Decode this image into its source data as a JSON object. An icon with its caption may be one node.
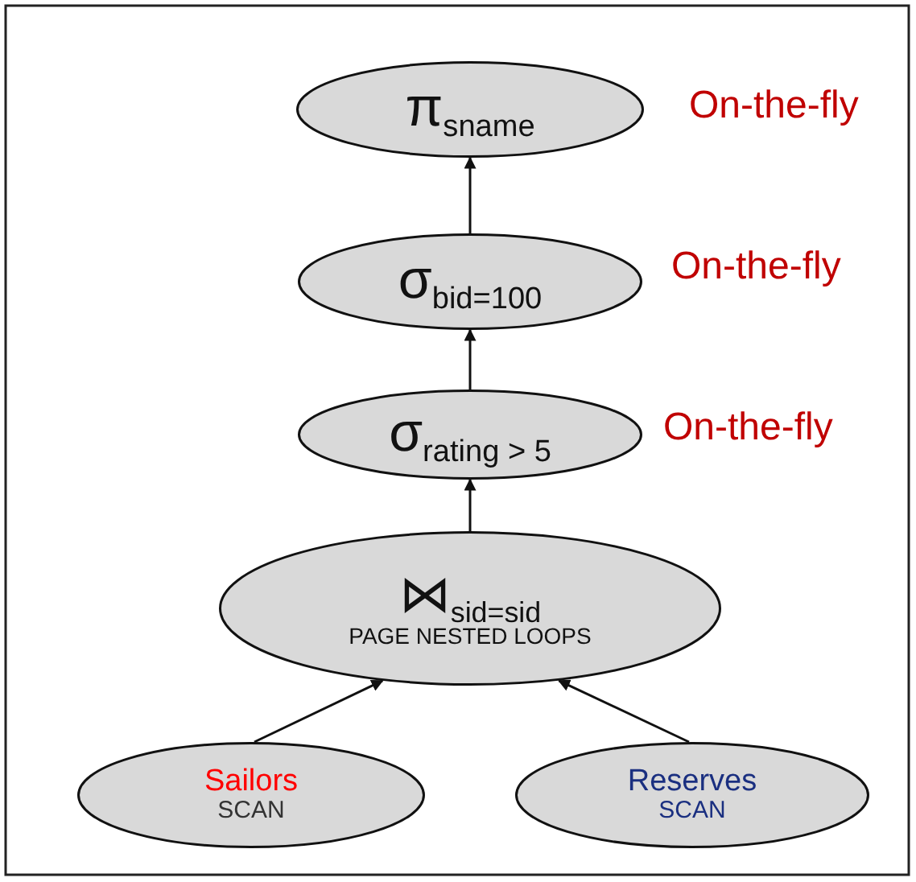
{
  "diagram": {
    "nodes": [
      {
        "text": [
          "π$_{sname}$"
        ],
        "beside": [
          "On-the-fly"
        ]
      },
      {
        "text": [
          "σ$_{bid=100}$"
        ],
        "beside": [
          "On-the-fly"
        ]
      },
      {
        "text": [
          "σ$_{rating >  5}$"
        ],
        "beside": [
          "On-the-fly"
        ]
      },
      {
        "text": [
          "⋈$_{sid=sid}$",
          "PAGE NESTED LOOPS"
        ]
      },
      {
        "text": [
          "Sailors",
          "SCAN"
        ]
      },
      {
        "text": [
          "Reserves",
          "SCAN"
        ]
      }
    ],
    "edges": [
      {
        "from": 1,
        "to": 0,
        "arrow": "to"
      },
      {
        "from": 2,
        "to": 1,
        "arrow": "to"
      },
      {
        "from": 3,
        "to": 2,
        "arrow": "to"
      },
      {
        "from": 4,
        "to": 3,
        "arrow": "to"
      },
      {
        "from": 5,
        "to": 3,
        "arrow": "to"
      }
    ]
  }
}
